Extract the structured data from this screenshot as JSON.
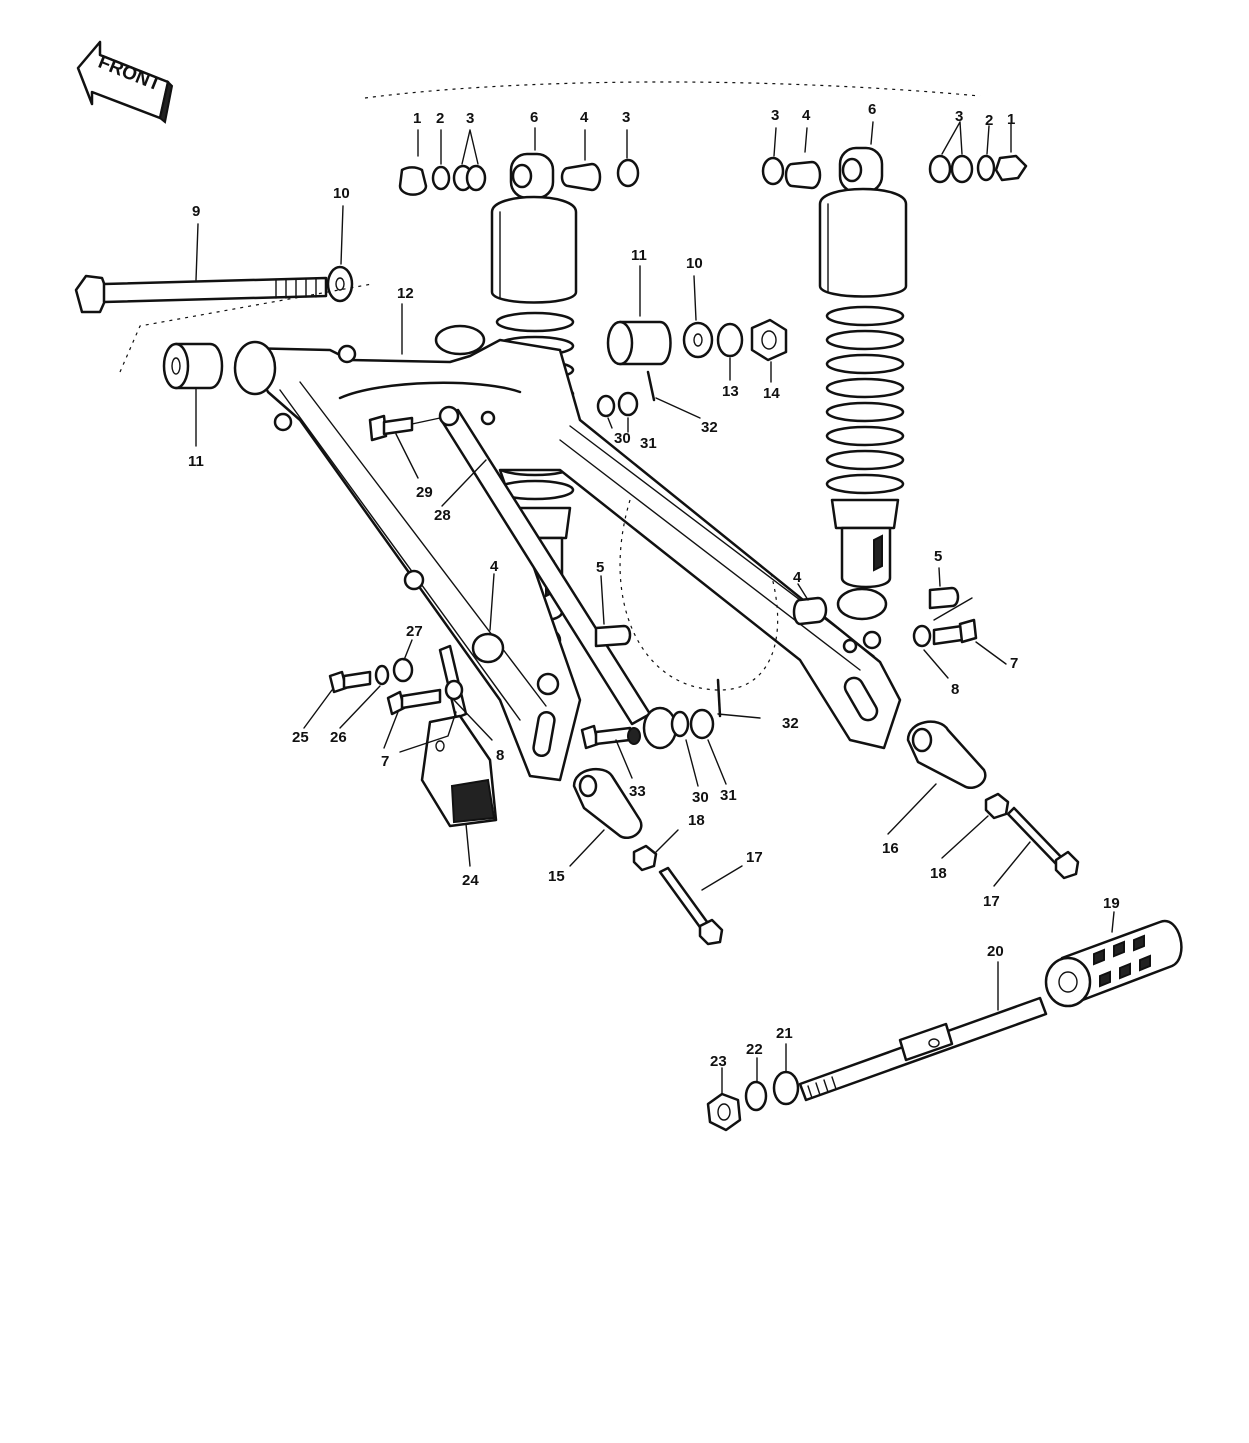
{
  "front_badge": "FRONT",
  "labels": [
    {
      "id": "l1a",
      "text": "1"
    },
    {
      "id": "l2a",
      "text": "2"
    },
    {
      "id": "l3a",
      "text": "3"
    },
    {
      "id": "l6a",
      "text": "6"
    },
    {
      "id": "l4a",
      "text": "4"
    },
    {
      "id": "l3b",
      "text": "3"
    },
    {
      "id": "l3c",
      "text": "3"
    },
    {
      "id": "l4b",
      "text": "4"
    },
    {
      "id": "l6b",
      "text": "6"
    },
    {
      "id": "l3d",
      "text": "3"
    },
    {
      "id": "l2b",
      "text": "2"
    },
    {
      "id": "l1b",
      "text": "1"
    },
    {
      "id": "l9",
      "text": "9"
    },
    {
      "id": "l10a",
      "text": "10"
    },
    {
      "id": "l12",
      "text": "12"
    },
    {
      "id": "l11a",
      "text": "11"
    },
    {
      "id": "l10b",
      "text": "10"
    },
    {
      "id": "l11b",
      "text": "11"
    },
    {
      "id": "l32a",
      "text": "32"
    },
    {
      "id": "l13",
      "text": "13"
    },
    {
      "id": "l14",
      "text": "14"
    },
    {
      "id": "l30a",
      "text": "30"
    },
    {
      "id": "l31a",
      "text": "31"
    },
    {
      "id": "l29",
      "text": "29"
    },
    {
      "id": "l28",
      "text": "28"
    },
    {
      "id": "l4c",
      "text": "4"
    },
    {
      "id": "l5a",
      "text": "5"
    },
    {
      "id": "l27",
      "text": "27"
    },
    {
      "id": "l4d",
      "text": "4"
    },
    {
      "id": "l5b",
      "text": "5"
    },
    {
      "id": "l7a",
      "text": "7"
    },
    {
      "id": "l8a",
      "text": "8"
    },
    {
      "id": "l25",
      "text": "25"
    },
    {
      "id": "l26",
      "text": "26"
    },
    {
      "id": "l7b",
      "text": "7"
    },
    {
      "id": "l8b",
      "text": "8"
    },
    {
      "id": "l32b",
      "text": "32"
    },
    {
      "id": "l33",
      "text": "33"
    },
    {
      "id": "l30b",
      "text": "30"
    },
    {
      "id": "l31b",
      "text": "31"
    },
    {
      "id": "l24",
      "text": "24"
    },
    {
      "id": "l15",
      "text": "15"
    },
    {
      "id": "l18a",
      "text": "18"
    },
    {
      "id": "l17a",
      "text": "17"
    },
    {
      "id": "l16",
      "text": "16"
    },
    {
      "id": "l18b",
      "text": "18"
    },
    {
      "id": "l17b",
      "text": "17"
    },
    {
      "id": "l19",
      "text": "19"
    },
    {
      "id": "l20",
      "text": "20"
    },
    {
      "id": "l21",
      "text": "21"
    },
    {
      "id": "l22",
      "text": "22"
    },
    {
      "id": "l23",
      "text": "23"
    }
  ]
}
